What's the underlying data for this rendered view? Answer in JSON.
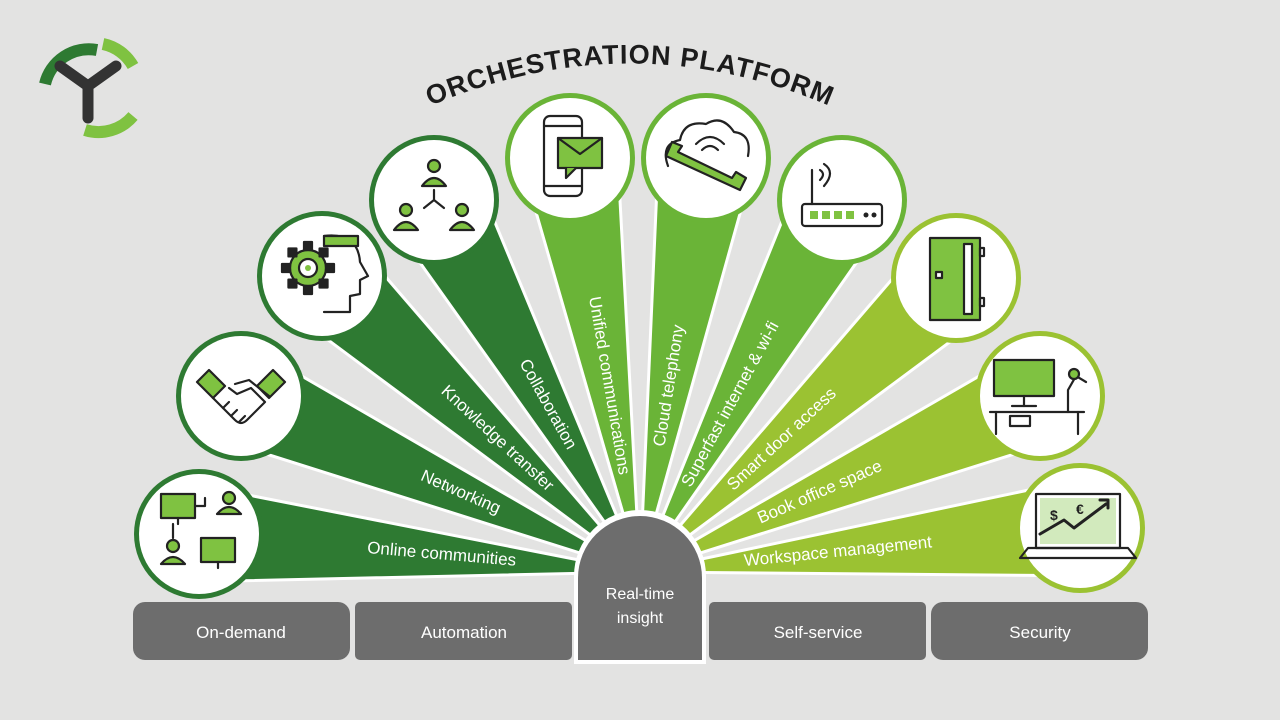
{
  "title": "ORCHESTRATION PLATFORM",
  "center": {
    "line1": "Real-time",
    "line2": "insight"
  },
  "base": [
    {
      "label": "On-demand",
      "name": "base-pill-on-demand"
    },
    {
      "label": "Automation",
      "name": "base-pill-automation"
    },
    {
      "label": "Self-service",
      "name": "base-pill-self-service"
    },
    {
      "label": "Security",
      "name": "base-pill-security"
    }
  ],
  "rays": [
    {
      "label": "Online communities",
      "icon": "online-communities-icon",
      "color": "#2e7a32"
    },
    {
      "label": "Networking",
      "icon": "handshake-icon",
      "color": "#2e7a32"
    },
    {
      "label": "Knowledge transfer",
      "icon": "gear-head-icon",
      "color": "#2e7a32"
    },
    {
      "label": "Collaboration",
      "icon": "people-network-icon",
      "color": "#2e7a32"
    },
    {
      "label": "Unified communications",
      "icon": "phone-message-icon",
      "color": "#6ab437"
    },
    {
      "label": "Cloud telephony",
      "icon": "cloud-phone-icon",
      "color": "#6ab437"
    },
    {
      "label": "Superfast internet & wi-fi",
      "icon": "router-icon",
      "color": "#6ab437"
    },
    {
      "label": "Smart door access",
      "icon": "door-icon",
      "color": "#9bc232"
    },
    {
      "label": "Book office space",
      "icon": "desk-icon",
      "color": "#9bc232"
    },
    {
      "label": "Workspace management",
      "icon": "laptop-chart-icon",
      "color": "#9bc232"
    }
  ],
  "colors": {
    "dark_green": "#2e7a32",
    "mid_green": "#6ab437",
    "light_green": "#9bc232",
    "accent": "#7fc241",
    "grey": "#6d6d6d",
    "background": "#e3e3e2"
  },
  "logo": "y-logo-icon"
}
